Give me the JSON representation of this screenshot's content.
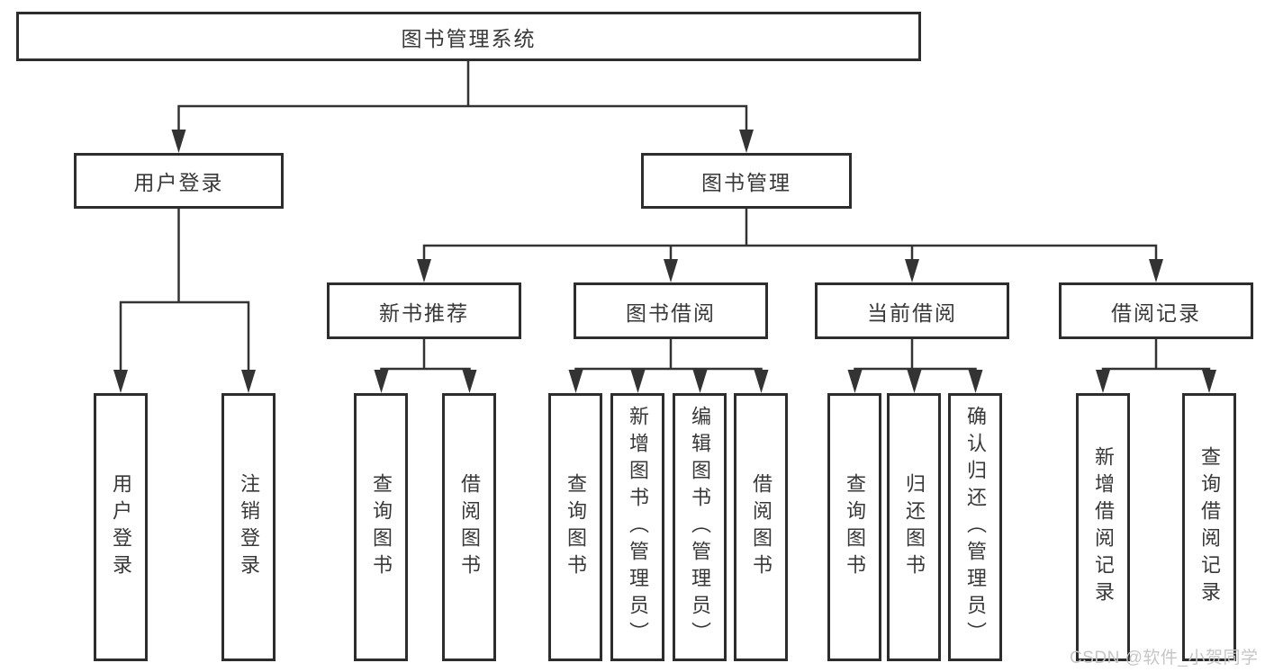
{
  "tree": {
    "label": "图书管理系统",
    "children": [
      {
        "label": "用户登录",
        "children": [
          {
            "label": "用户登录"
          },
          {
            "label": "注销登录"
          }
        ]
      },
      {
        "label": "图书管理",
        "children": [
          {
            "label": "新书推荐",
            "children": [
              {
                "label": "查询图书"
              },
              {
                "label": "借阅图书"
              }
            ]
          },
          {
            "label": "图书借阅",
            "children": [
              {
                "label": "查询图书"
              },
              {
                "label": "新增图书（管理员）"
              },
              {
                "label": "编辑图书（管理员）"
              },
              {
                "label": "借阅图书"
              }
            ]
          },
          {
            "label": "当前借阅",
            "children": [
              {
                "label": "查询图书"
              },
              {
                "label": "归还图书"
              },
              {
                "label": "确认归还（管理员）"
              }
            ]
          },
          {
            "label": "借阅记录",
            "children": [
              {
                "label": "新增借阅记录"
              },
              {
                "label": "查询借阅记录"
              }
            ]
          }
        ]
      }
    ]
  },
  "watermark": {
    "text": "CSDN @软件_小贺同学"
  },
  "colors": {
    "box_border": "#2d2d2d",
    "line": "#333333",
    "text": "#383838",
    "watermark": "#c6c6c6",
    "background": "#ffffff"
  }
}
